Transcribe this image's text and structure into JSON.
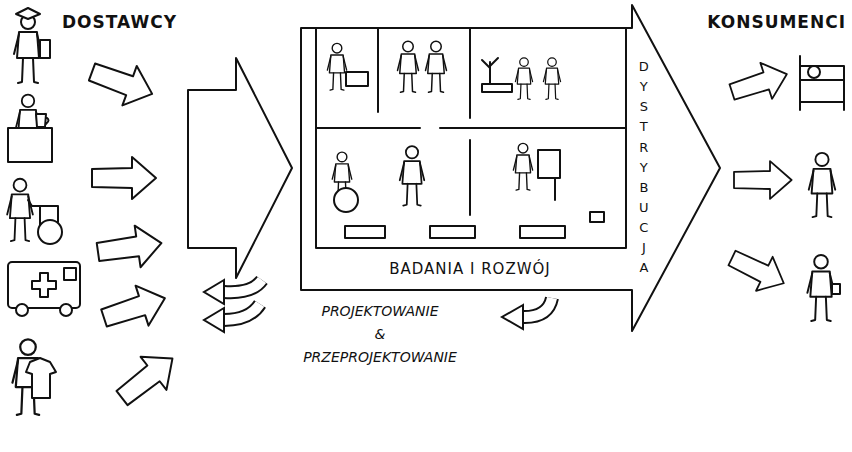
{
  "diagram": {
    "nodes": [
      {
        "text": [
          "BADANIA I ROZWÓJ",
          "DYSTRYBUCJA"
        ]
      }
    ],
    "labels": [
      "DOSTAWCY",
      "KONSUMENCI",
      "PROJEKTOWANIE & PRZEPROJEKTOWANIE"
    ]
  }
}
